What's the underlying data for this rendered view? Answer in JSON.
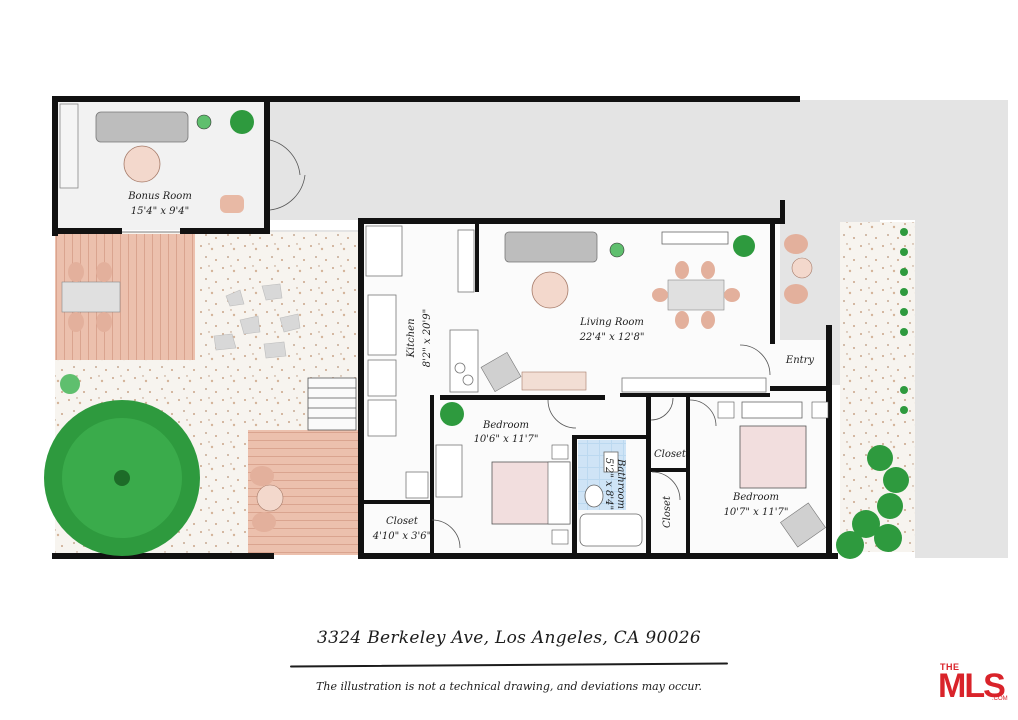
{
  "rooms": {
    "bonus": {
      "name": "Bonus Room",
      "dims": "15'4\" x 9'4\""
    },
    "kitchen": {
      "name": "Kitchen",
      "dims": "8'2\" x 20'9\""
    },
    "living": {
      "name": "Living Room",
      "dims": "22'4\" x 12'8\""
    },
    "entry": {
      "name": "Entry"
    },
    "bedroom1": {
      "name": "Bedroom",
      "dims": "10'6\" x 11'7\""
    },
    "bathroom": {
      "name": "Bathroom",
      "dims": "5'2\" x 8'4\""
    },
    "closet_top": {
      "name": "Closet"
    },
    "closet_side": {
      "name": "Closet"
    },
    "closet_bottom": {
      "name": "Closet",
      "dims": "4'10\" x 3'6\""
    },
    "bedroom2": {
      "name": "Bedroom",
      "dims": "10'7\" x 11'7\""
    }
  },
  "footer": {
    "address": "3324 Berkeley Ave, Los Angeles, CA 90026",
    "disclaimer": "The illustration is not a technical drawing, and deviations may occur."
  },
  "logo": {
    "the": "THE",
    "mls": "MLS",
    "com": ".COM"
  },
  "colors": {
    "wall": "#111111",
    "floor": "#ffffff",
    "exterior": "#e3e3e3",
    "deck": "#e8b9a5",
    "plant": "#2e9a3e",
    "tile": "#bcd9f0",
    "brand": "#d9232a"
  }
}
